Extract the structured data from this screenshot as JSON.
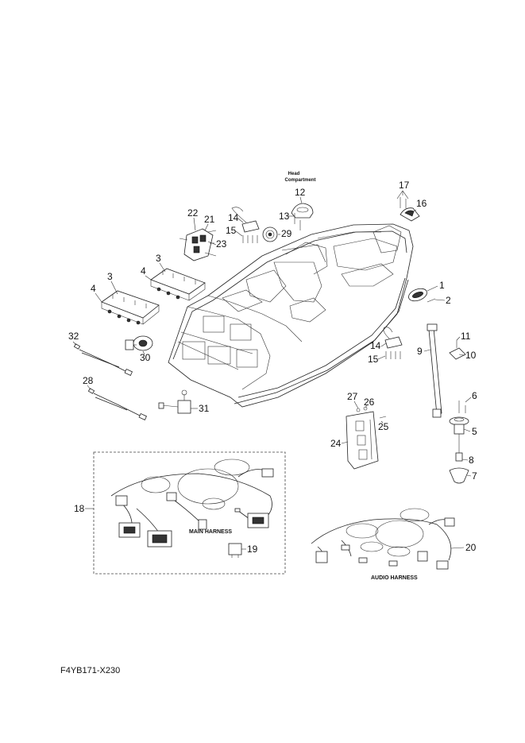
{
  "diagram": {
    "head_compartment": [
      "Head",
      "Compartment"
    ],
    "main_harness": "MAIN HARNESS",
    "audio_harness": "AUDIO HARNESS",
    "code": "F4YB171-X230",
    "parts": [
      "1",
      "2",
      "3",
      "3",
      "4",
      "4",
      "5",
      "6",
      "7",
      "8",
      "9",
      "10",
      "11",
      "12",
      "13",
      "14",
      "14",
      "15",
      "15",
      "16",
      "17",
      "18",
      "19",
      "20",
      "21",
      "22",
      "23",
      "24",
      "25",
      "26",
      "27",
      "28",
      "29",
      "30",
      "31",
      "32"
    ]
  }
}
